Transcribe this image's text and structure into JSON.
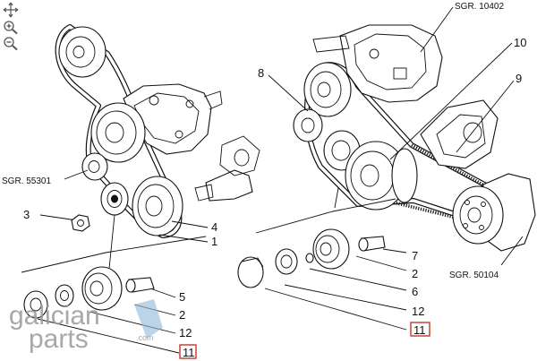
{
  "toolbar": {
    "icons": [
      "move-icon",
      "zoom-in-icon",
      "zoom-out-icon"
    ]
  },
  "left_assembly": {
    "ref_sgr": "SGR. 55301",
    "callouts": {
      "c3": "3",
      "c4": "4",
      "c1": "1",
      "c5": "5",
      "c2": "2",
      "c12": "12",
      "c11": "11"
    }
  },
  "right_assembly": {
    "ref_sgr_top": "SGR. 10402",
    "ref_sgr_bottom": "SGR. 50104",
    "callouts": {
      "c10": "10",
      "c8": "8",
      "c9": "9",
      "c7": "7",
      "c2": "2",
      "c6": "6",
      "c12": "12",
      "c11": "11"
    }
  },
  "watermark": {
    "line1": "galician",
    "line2": "parts",
    "suffix": ".com"
  },
  "colors": {
    "highlight_box": "#c0392b",
    "ink": "#111111",
    "watermark": "#9a9a9a",
    "watermark_accent": "#8fb8d8"
  }
}
